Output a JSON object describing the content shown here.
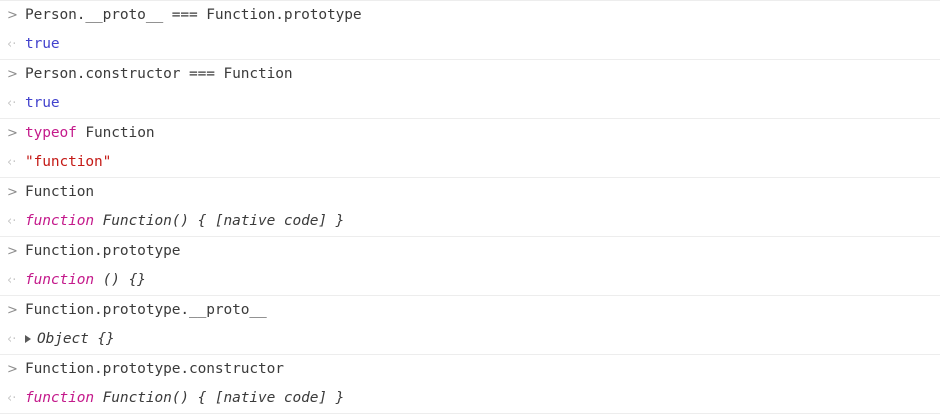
{
  "console": {
    "app": "devtools-console",
    "prompt_icon": "chevron-right-icon",
    "result_icon": "chevron-left-return-icon",
    "expand_icon": "disclosure-triangle-icon",
    "colors": {
      "background": "#ffffff",
      "separator": "#ededed",
      "input_text": "#3b3b3b",
      "input_arrow": "#8d8d8d",
      "output_arrow": "#c7c7c7",
      "keyword": "#c41a8b",
      "boolean": "#4242cd",
      "string": "#c41a16",
      "function_keyword": "#c41a8b",
      "function_body": "#3b3b3b"
    },
    "entries": [
      {
        "prompt": ">",
        "input": "Person.__proto__ === Function.prototype",
        "result_marker": "‹·",
        "output_kind": "boolean",
        "output": "true"
      },
      {
        "prompt": ">",
        "input": "Person.constructor === Function",
        "result_marker": "‹·",
        "output_kind": "boolean",
        "output": "true"
      },
      {
        "prompt": ">",
        "input_keyword": "typeof",
        "input_rest": " Function",
        "input": "typeof Function",
        "result_marker": "‹·",
        "output_kind": "string",
        "output": "\"function\""
      },
      {
        "prompt": ">",
        "input": "Function",
        "result_marker": "‹·",
        "output_kind": "function",
        "output_keyword": "function",
        "output_rest": " Function() { [native code] }",
        "output": "function Function() { [native code] }"
      },
      {
        "prompt": ">",
        "input": "Function.prototype",
        "result_marker": "‹·",
        "output_kind": "function",
        "output_keyword": "function",
        "output_rest": " () {}",
        "output": "function () {}"
      },
      {
        "prompt": ">",
        "input": "Function.prototype.__proto__",
        "result_marker": "‹·",
        "output_kind": "object",
        "output": "Object {}"
      },
      {
        "prompt": ">",
        "input": "Function.prototype.constructor",
        "result_marker": "‹·",
        "output_kind": "function",
        "output_keyword": "function",
        "output_rest": " Function() { [native code] }",
        "output": "function Function() { [native code] }"
      }
    ]
  }
}
